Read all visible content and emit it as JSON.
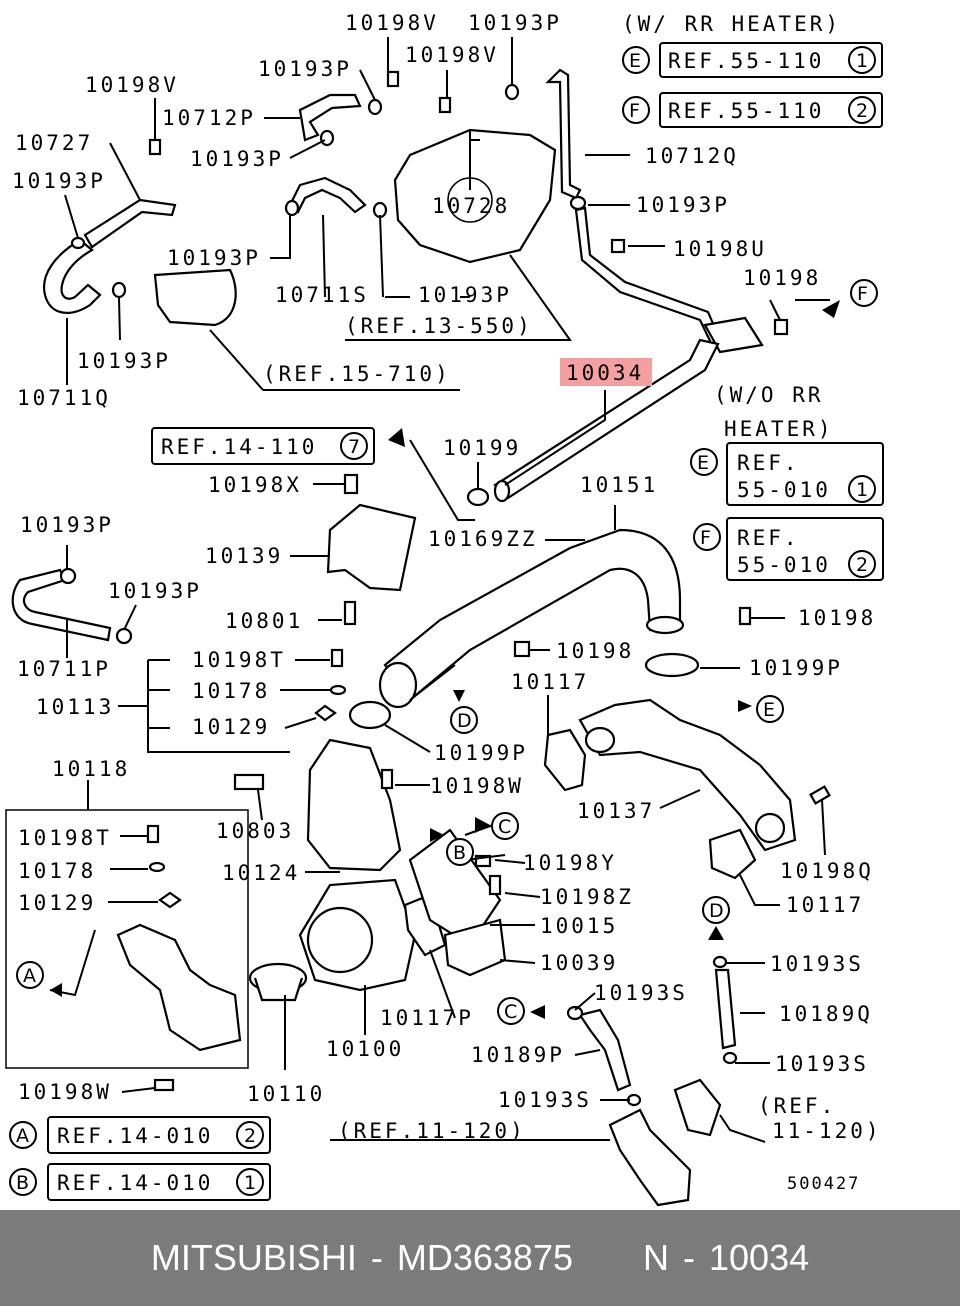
{
  "highlight_color": "#f4a0a0",
  "footer_bg": "#7b7b7b",
  "footer": {
    "text": "MITSUBISHI - MD363875     N - 10034"
  },
  "highlighted_part": "10034",
  "drawing_number": "500427",
  "headings": {
    "with_heater": "(W/ RR HEATER)",
    "without_heater_1": "(W/O RR",
    "without_heater_2": "HEATER)"
  },
  "refs": {
    "e_with": "REF.55-110",
    "e_with_num": "1",
    "f_with": "REF.55-110",
    "f_with_num": "2",
    "e_without_1": "REF.",
    "e_without_2": "55-010",
    "e_without_num": "1",
    "f_without_1": "REF.",
    "f_without_2": "55-010",
    "f_without_num": "2",
    "r14_110": "REF.14-110",
    "r14_110_num": "7",
    "r13_550": "(REF.13-550)",
    "r15_710": "(REF.15-710)",
    "r11_120_left": "(REF.11-120)",
    "r11_120_right_1": "(REF.",
    "r11_120_right_2": "11-120)",
    "a_ref": "REF.14-010",
    "a_ref_num": "2",
    "b_ref": "REF.14-010",
    "b_ref_num": "1"
  },
  "markers": {
    "A": "A",
    "B": "B",
    "C": "C",
    "D": "D",
    "E": "E",
    "F": "F"
  },
  "labels": {
    "p10198V_a": "10198V",
    "p10193P_a": "10193P",
    "p10198V_b": "10198V",
    "p10193P_b": "10193P",
    "p10198V_c": "10198V",
    "p10712P": "10712P",
    "p10727": "10727",
    "p10193P_c": "10193P",
    "p10193P_d": "10193P",
    "p10712Q": "10712Q",
    "p10728": "10728",
    "p10193P_e": "10193P",
    "p10198U": "10198U",
    "p10193P_f": "10193P",
    "p10711S": "10711S",
    "p10193P_g": "10193P",
    "p10198_a": "10198",
    "p10193P_h": "10193P",
    "p10711Q": "10711Q",
    "p10034": "10034",
    "p10199": "10199",
    "p10198X": "10198X",
    "p10151": "10151",
    "p10193P_i": "10193P",
    "p10169ZZ": "10169ZZ",
    "p10139": "10139",
    "p10193P_j": "10193P",
    "p10801": "10801",
    "p10198_b": "10198",
    "p10711P": "10711P",
    "p10198T": "10198T",
    "p10198_c": "10198",
    "p10199P_a": "10199P",
    "p10113": "10113",
    "p10178": "10178",
    "p10117_a": "10117",
    "p10129": "10129",
    "p10199P_b": "10199P",
    "p10198W_a": "10198W",
    "p10118": "10118",
    "p10803": "10803",
    "p10137": "10137",
    "p10198Q": "10198Q",
    "p10198T_b": "10198T",
    "p10178_b": "10178",
    "p10129_b": "10129",
    "p10124": "10124",
    "p10198Y": "10198Y",
    "p10198Z": "10198Z",
    "p10117_b": "10117",
    "p10015": "10015",
    "p10039": "10039",
    "p10193S_a": "10193S",
    "p10117P": "10117P",
    "p10193S_b": "10193S",
    "p10189Q": "10189Q",
    "p10100": "10100",
    "p10189P": "10189P",
    "p10193S_c": "10193S",
    "p10198W_b": "10198W",
    "p10110": "10110",
    "p10193S_d": "10193S"
  }
}
